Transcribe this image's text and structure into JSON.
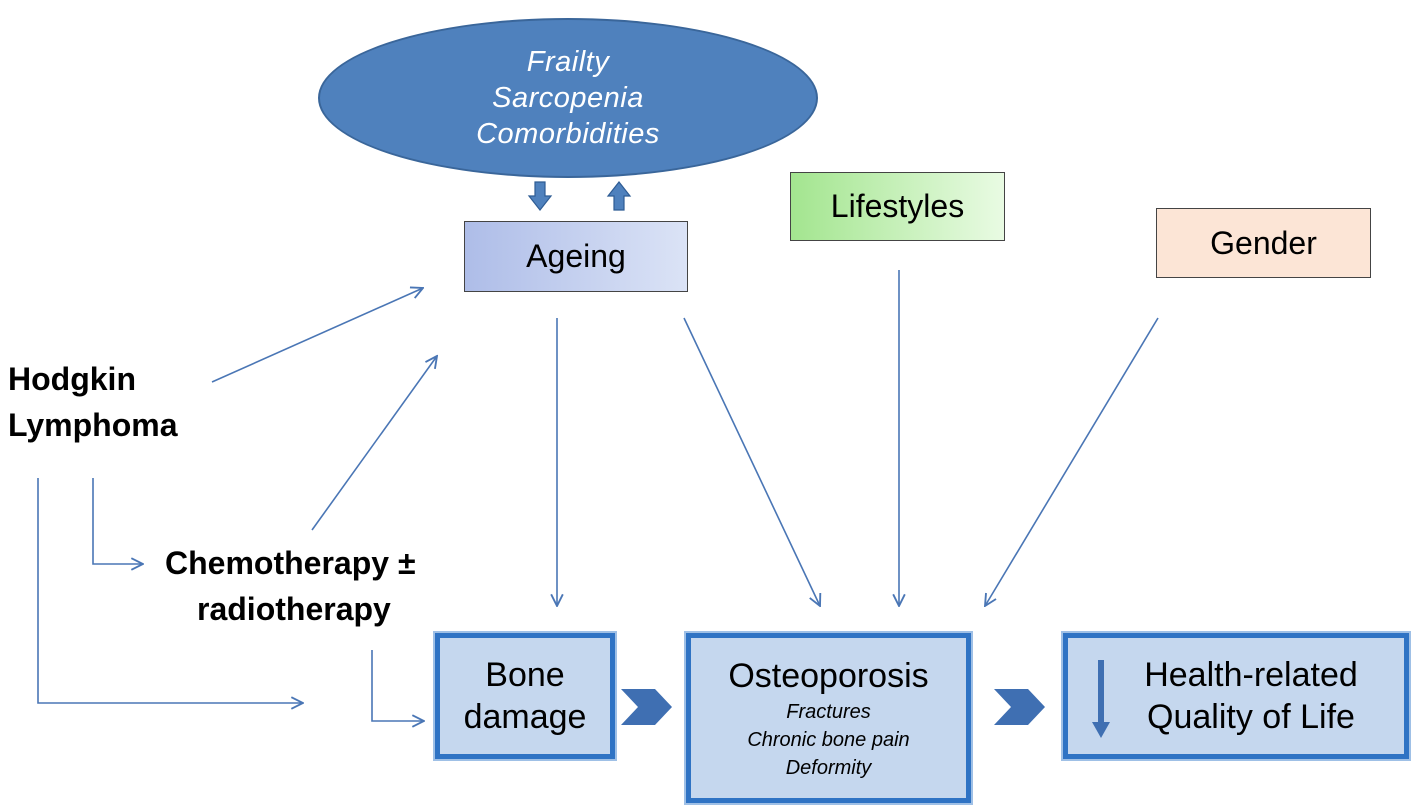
{
  "ellipse": {
    "lines": [
      "Frailty",
      "Sarcopenia",
      "Comorbidities"
    ]
  },
  "boxes": {
    "ageing": "Ageing",
    "lifestyles": "Lifestyles",
    "gender": "Gender"
  },
  "labels": {
    "hodgkin": [
      "Hodgkin",
      "Lymphoma"
    ],
    "chemo": [
      "Chemotherapy ±",
      "radiotherapy"
    ]
  },
  "outcomes": {
    "bone_damage": [
      "Bone",
      "damage"
    ],
    "osteoporosis": {
      "title": "Osteoporosis",
      "items": [
        "Fractures",
        "Chronic bone pain",
        "Deformity"
      ]
    },
    "hrqol": [
      "Health-related",
      "Quality of Life"
    ]
  },
  "colors": {
    "ellipse_fill": "#4f81bd",
    "arrow_line": "#4a76b5",
    "box_border": "#2f73c4",
    "box_fill": "#c5d7ee",
    "chevron": "#3f6fb2"
  }
}
